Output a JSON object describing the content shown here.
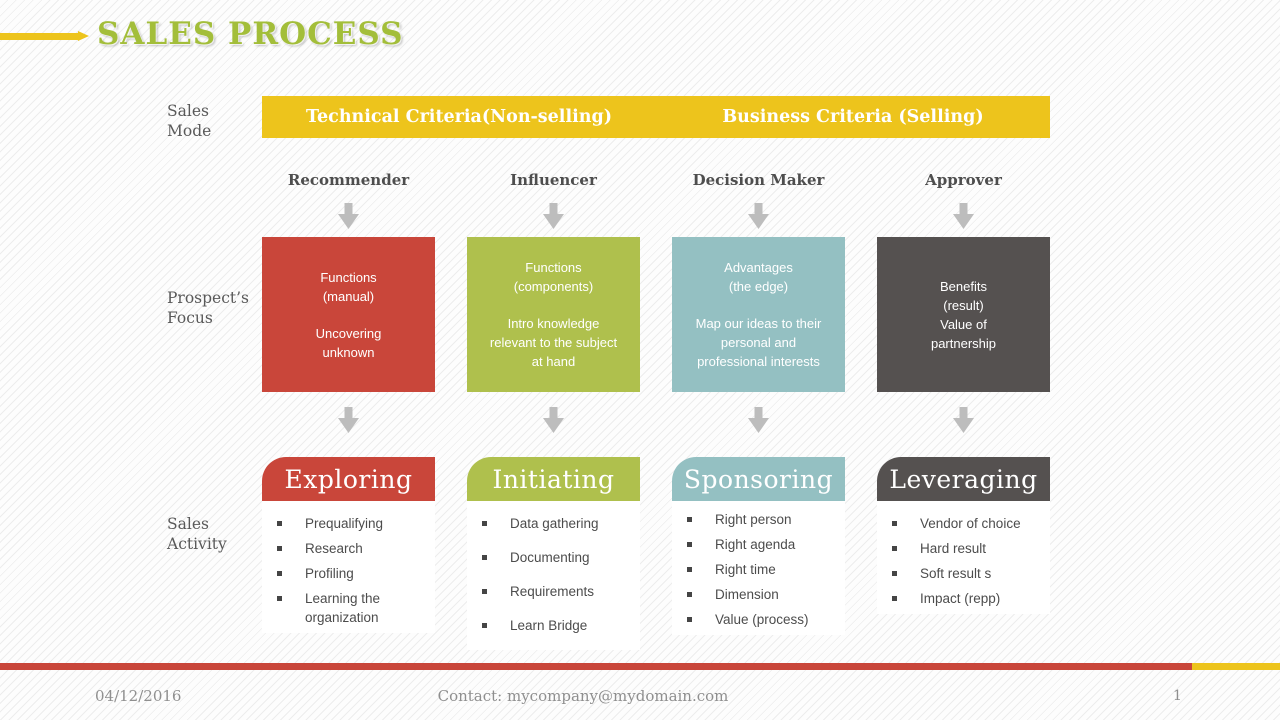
{
  "title": "SALES PROCESS",
  "row_labels": {
    "sales_mode": "Sales\nMode",
    "prospects_focus": "Prospect’s\nFocus",
    "sales_activity": "Sales\nActivity"
  },
  "banner": {
    "technical": "Technical Criteria(Non-selling)",
    "business": "Business Criteria (Selling)"
  },
  "columns": [
    {
      "role": "Recommender",
      "stage": "Exploring",
      "focus_p1": "Functions\n(manual)",
      "focus_p2": "Uncovering\nunknown",
      "activities": [
        "Prequalifying",
        "Research",
        "Profiling",
        "Learning the organization"
      ]
    },
    {
      "role": "Influencer",
      "stage": "Initiating",
      "focus_p1": "Functions\n(components)",
      "focus_p2": "Intro knowledge\nrelevant to the subject\nat hand",
      "activities": [
        "Data gathering",
        "Documenting",
        "Requirements",
        "Learn Bridge"
      ]
    },
    {
      "role": "Decision Maker",
      "stage": "Sponsoring",
      "focus_p1": "Advantages\n(the edge)",
      "focus_p2": "Map our ideas to their\npersonal and\nprofessional interests",
      "activities": [
        "Right person",
        "Right agenda",
        "Right time",
        "Dimension",
        "Value (process)"
      ]
    },
    {
      "role": "Approver",
      "stage": "Leveraging",
      "focus_p1": "Benefits\n(result)\nValue of\npartnership",
      "focus_p2": "",
      "activities": [
        "Vendor of choice",
        "Hard result",
        "Soft result s",
        "Impact (repp)"
      ]
    }
  ],
  "footer": {
    "date": "04/12/2016",
    "contact": "Contact: mycompany@mydomain.com",
    "page": "1"
  },
  "colors": {
    "red": "#C9463A",
    "green": "#AFC04D",
    "teal": "#94C0C2",
    "dark": "#555150",
    "yellow": "#EDC41C",
    "title_green": "#A3BE3A"
  }
}
